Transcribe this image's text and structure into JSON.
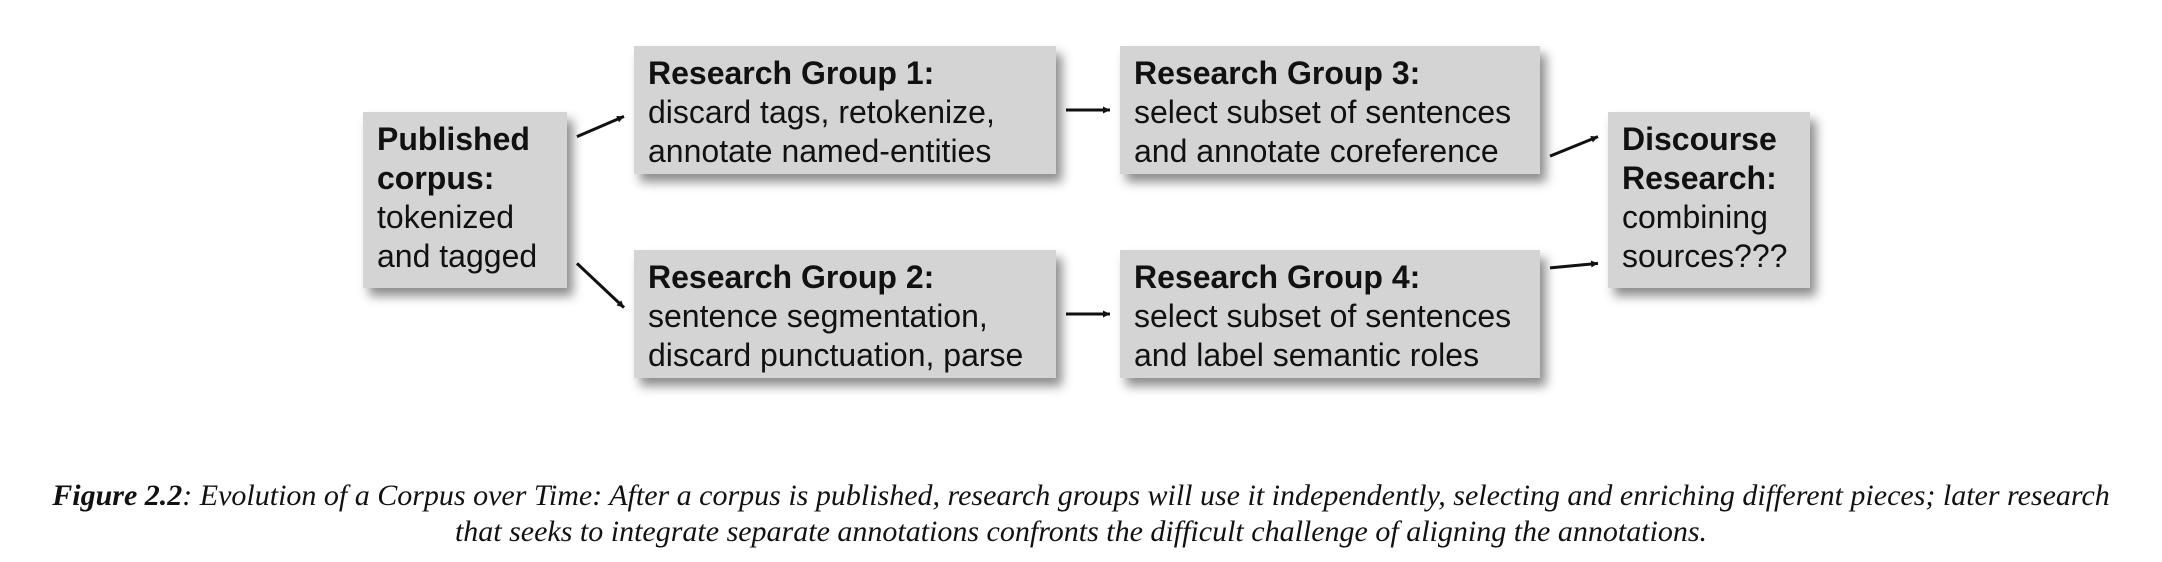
{
  "nodes": {
    "published": {
      "title_line1": "Published",
      "title_line2": "corpus:",
      "desc_line1": "tokenized",
      "desc_line2": "and tagged"
    },
    "rg1": {
      "title": "Research Group 1:",
      "desc_line1": "discard tags, retokenize,",
      "desc_line2": "annotate named-entities"
    },
    "rg2": {
      "title": "Research Group 2:",
      "desc_line1": "sentence segmentation,",
      "desc_line2": "discard punctuation, parse"
    },
    "rg3": {
      "title": "Research Group 3:",
      "desc_line1": "select subset of sentences",
      "desc_line2": "and annotate coreference"
    },
    "rg4": {
      "title": "Research Group 4:",
      "desc_line1": "select subset of sentences",
      "desc_line2": "and label semantic roles"
    },
    "discourse": {
      "title_line1": "Discourse",
      "title_line2": "Research:",
      "desc_line1": "combining",
      "desc_line2": "sources???"
    }
  },
  "edges": [
    {
      "from": "published",
      "to": "rg1"
    },
    {
      "from": "published",
      "to": "rg2"
    },
    {
      "from": "rg1",
      "to": "rg3"
    },
    {
      "from": "rg2",
      "to": "rg4"
    },
    {
      "from": "rg3",
      "to": "discourse"
    },
    {
      "from": "rg4",
      "to": "discourse"
    }
  ],
  "caption": {
    "label": "Figure 2.2",
    "text": ": Evolution of a Corpus over Time: After a corpus is published, research groups will use it independently, selecting and enriching different pieces; later research that seeks to integrate separate annotations confronts the difficult challenge of aligning the annotations."
  },
  "colors": {
    "box_fill": "#d4d4d4",
    "text": "#111111",
    "arrow": "#111111"
  }
}
